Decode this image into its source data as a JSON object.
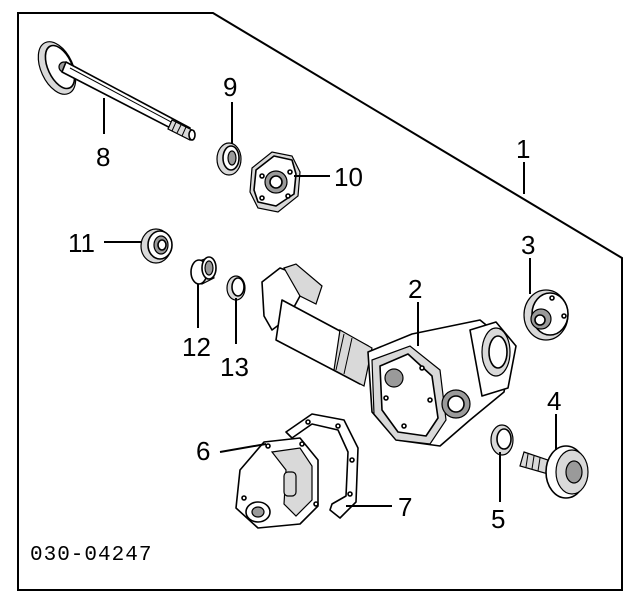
{
  "diagram": {
    "labels": {
      "p1": "1",
      "p2": "2",
      "p3": "3",
      "p4": "4",
      "p5": "5",
      "p6": "6",
      "p7": "7",
      "p8": "8",
      "p9": "9",
      "p10": "10",
      "p11": "11",
      "p12": "12",
      "p13": "13"
    },
    "code": "030-04247"
  }
}
